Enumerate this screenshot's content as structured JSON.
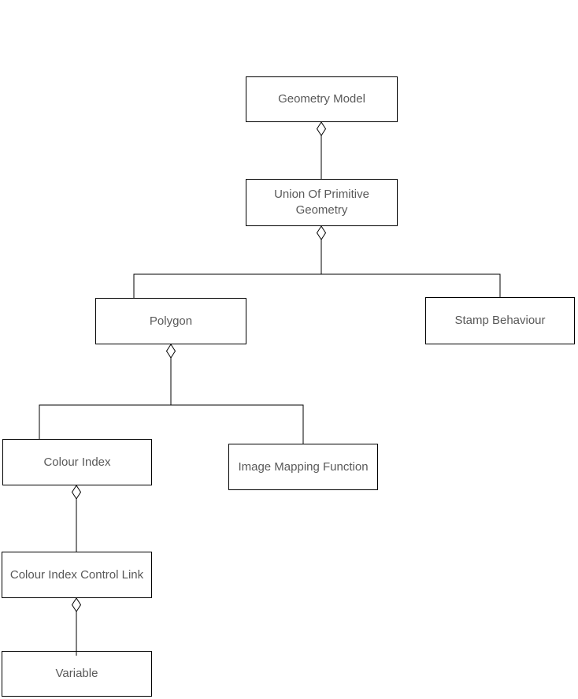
{
  "diagram": {
    "kind": "uml-aggregation-tree",
    "colors": {
      "background": "#ffffff",
      "box_fill": "#ffffff",
      "box_border": "#000000",
      "connector_line": "#000000",
      "text": "#595959"
    },
    "nodes": [
      {
        "id": "geometry-model",
        "label": "Geometry Model"
      },
      {
        "id": "union-of-primitive",
        "label": "Union Of Primitive Geometry"
      },
      {
        "id": "polygon",
        "label": "Polygon"
      },
      {
        "id": "stamp-behaviour",
        "label": "Stamp Behaviour"
      },
      {
        "id": "colour-index",
        "label": "Colour Index"
      },
      {
        "id": "image-mapping-function",
        "label": "Image Mapping Function"
      },
      {
        "id": "colour-index-control-link",
        "label": "Colour Index Control Link"
      },
      {
        "id": "variable",
        "label": "Variable"
      }
    ],
    "edges": [
      {
        "from": "Geometry Model",
        "to": "Union Of Primitive Geometry",
        "connector": "aggregation-diamond"
      },
      {
        "from": "Union Of Primitive Geometry",
        "to": "Polygon",
        "connector": "aggregation-diamond"
      },
      {
        "from": "Union Of Primitive Geometry",
        "to": "Stamp Behaviour",
        "connector": "aggregation-diamond"
      },
      {
        "from": "Polygon",
        "to": "Colour Index",
        "connector": "aggregation-diamond"
      },
      {
        "from": "Polygon",
        "to": "Image Mapping Function",
        "connector": "aggregation-diamond"
      },
      {
        "from": "Colour Index",
        "to": "Colour Index Control Link",
        "connector": "aggregation-diamond"
      },
      {
        "from": "Colour Index Control Link",
        "to": "Variable",
        "connector": "aggregation-diamond"
      }
    ]
  }
}
